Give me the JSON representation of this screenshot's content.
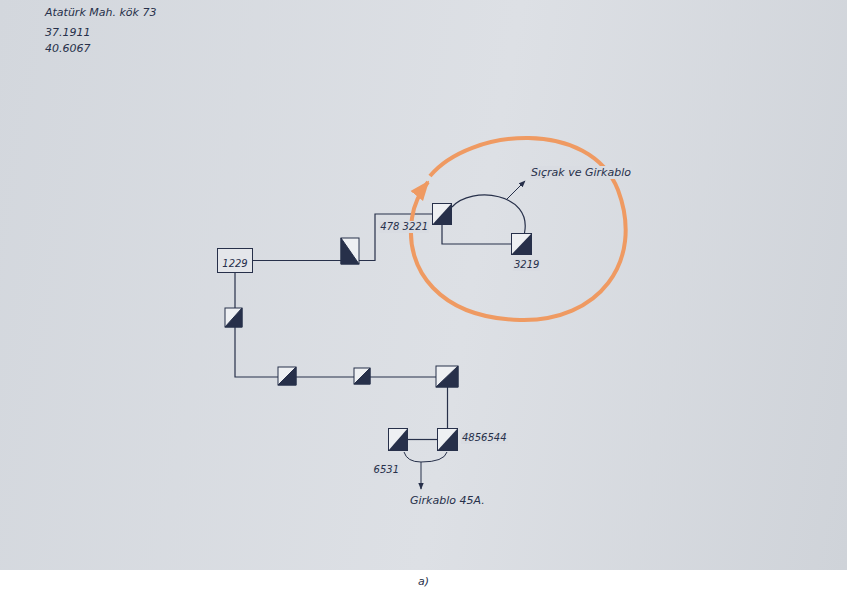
{
  "diagram": {
    "nodes": [
      {
        "text": [
          "1229"
        ]
      },
      {
        "text": [
          "478 3221"
        ]
      },
      {
        "text": [
          "3219"
        ]
      },
      {
        "text": [
          "4856544"
        ]
      },
      {
        "text": [
          "6531"
        ]
      }
    ],
    "edges": [
      {
        "from": 0,
        "to": 1,
        "arrow": "none"
      },
      {
        "from": 1,
        "to": 2,
        "arrow": "none"
      },
      {
        "from": 1,
        "to": 2,
        "arrow": "none"
      },
      {
        "from": 0,
        "to": 3,
        "arrow": "none"
      },
      {
        "from": 3,
        "to": 4,
        "arrow": "none"
      }
    ],
    "labels": [
      "Atatürk Mah. kök 73",
      "37.1911",
      "40.6067",
      "Sıçrak ve Girkablo",
      "Girkablo 45A.",
      "a)"
    ]
  }
}
